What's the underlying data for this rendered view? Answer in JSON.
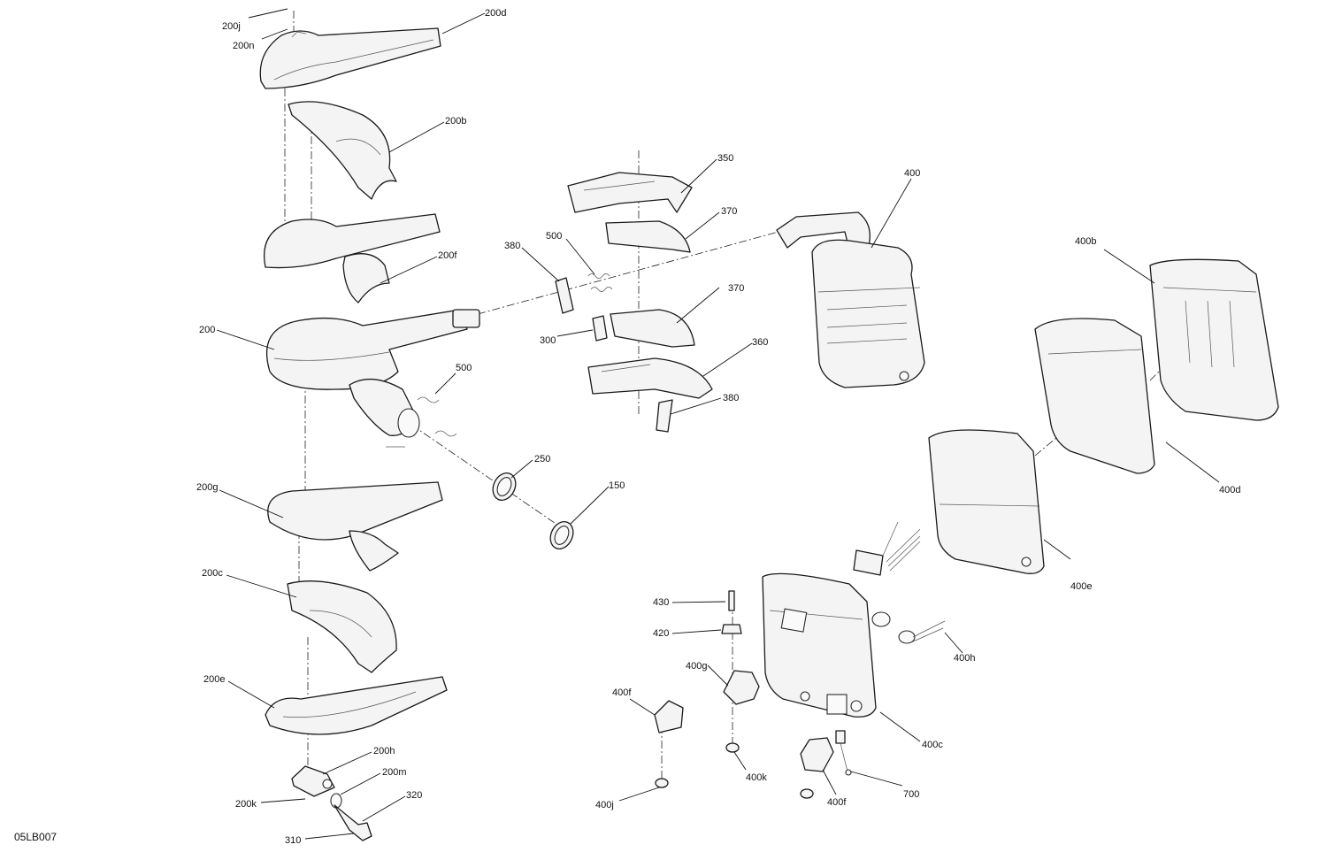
{
  "diagram": {
    "code": "05LB007",
    "labels": {
      "l200j": "200j",
      "l200n": "200n",
      "l200d": "200d",
      "l200b": "200b",
      "l200f": "200f",
      "l200": "200",
      "l500a": "500",
      "l200g": "200g",
      "l200c": "200c",
      "l200e": "200e",
      "l200h": "200h",
      "l200m": "200m",
      "l200k": "200k",
      "l320": "320",
      "l310": "310",
      "l250": "250",
      "l150": "150",
      "l350": "350",
      "l370a": "370",
      "l380a": "380",
      "l500b": "500",
      "l370b": "370",
      "l300": "300",
      "l360": "360",
      "l380b": "380",
      "l400": "400",
      "l400b": "400b",
      "l400d": "400d",
      "l400e": "400e",
      "l430": "430",
      "l420": "420",
      "l400g": "400g",
      "l400f_a": "400f",
      "l400k": "400k",
      "l400j": "400j",
      "l400f_b": "400f",
      "l700": "700",
      "l400c": "400c",
      "l400h": "400h"
    }
  }
}
